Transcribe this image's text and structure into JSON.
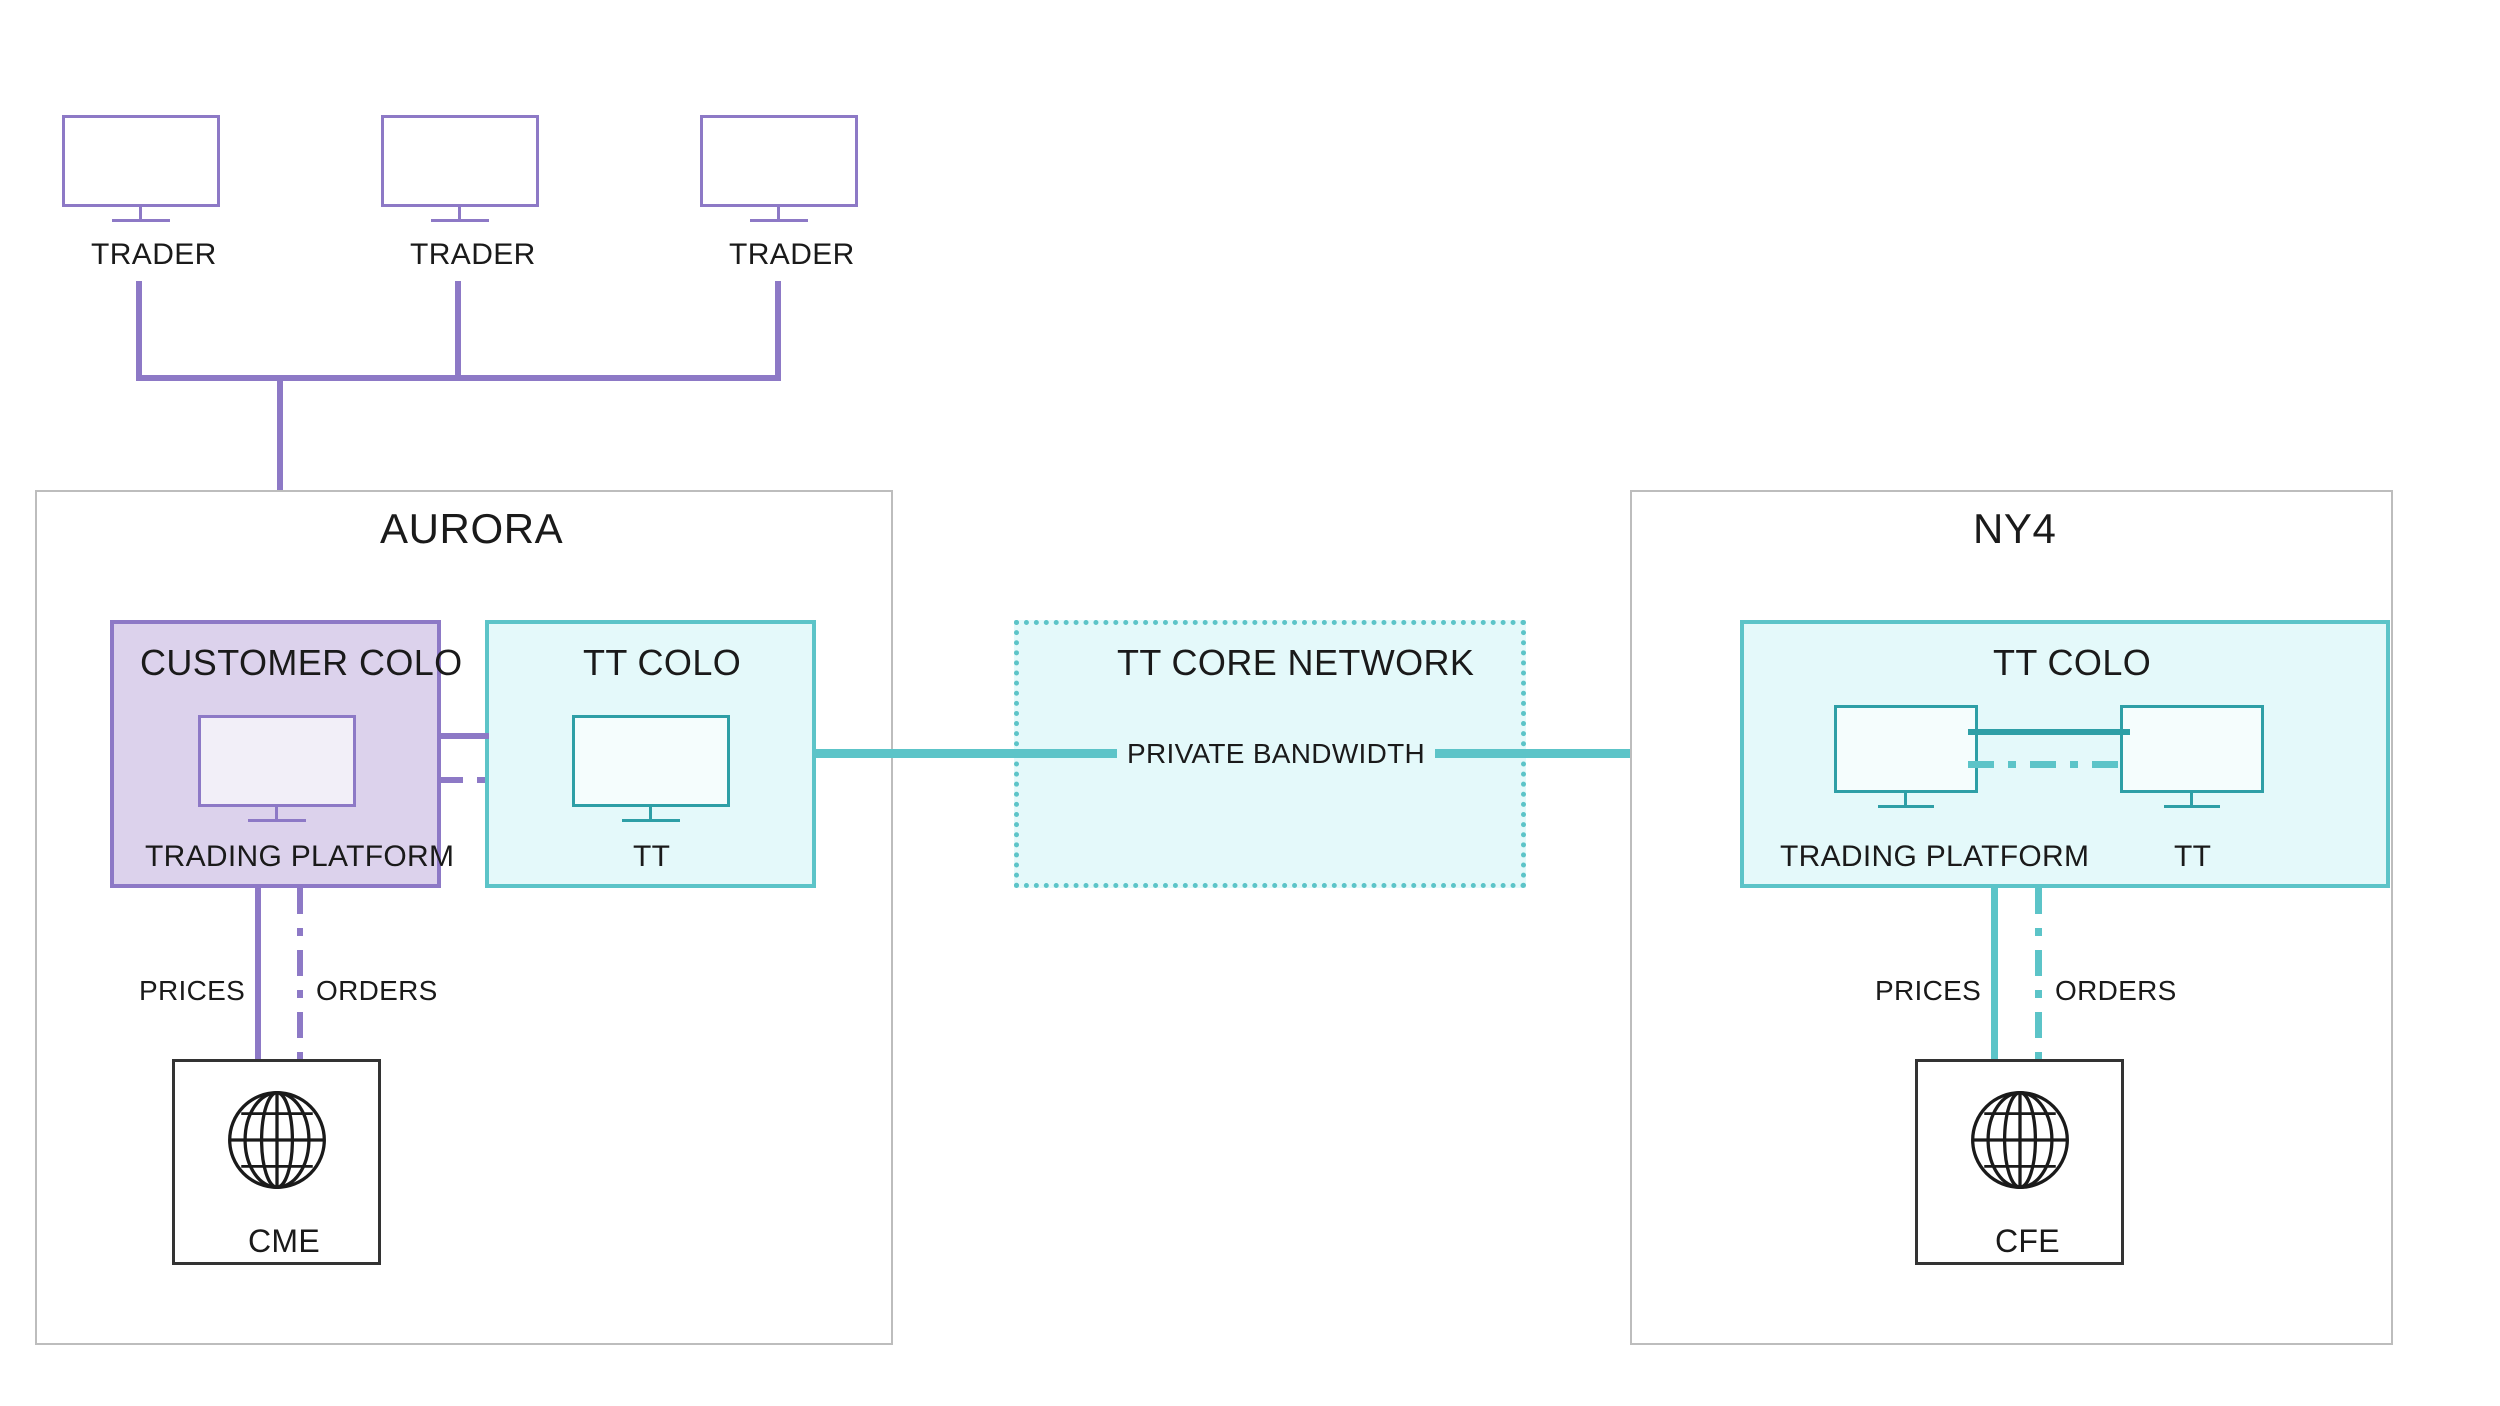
{
  "diagram": {
    "title": "TT Trading Network Connectivity Diagram",
    "colors": {
      "purple_line": "#8d79c6",
      "purple_fill": "#dcd2ec",
      "teal_line": "#5cc4c8",
      "teal_dark": "#2e9fa6",
      "teal_fill": "#e4f9fa",
      "container_border": "#bdbdbd",
      "exchange_border": "#333333",
      "text": "#1a1a1a"
    }
  },
  "traders": [
    {
      "label": "TRADER"
    },
    {
      "label": "TRADER"
    },
    {
      "label": "TRADER"
    }
  ],
  "sites": {
    "aurora": {
      "name": "AURORA",
      "customer_colo": {
        "title": "CUSTOMER COLO",
        "node_label": "TRADING PLATFORM",
        "icon": "monitor-icon"
      },
      "tt_colo": {
        "title": "TT COLO",
        "node_label": "TT",
        "icon": "monitor-icon"
      },
      "flows": {
        "prices": "PRICES",
        "orders": "ORDERS"
      },
      "exchange": {
        "label": "CME",
        "icon": "globe-icon"
      }
    },
    "ny4": {
      "name": "NY4",
      "tt_colo": {
        "title": "TT COLO",
        "node_label_left": "TRADING PLATFORM",
        "node_label_right": "TT",
        "icon": "monitor-icon"
      },
      "flows": {
        "prices": "PRICES",
        "orders": "ORDERS"
      },
      "exchange": {
        "label": "CFE",
        "icon": "globe-icon"
      }
    }
  },
  "core_network": {
    "title": "TT CORE NETWORK",
    "link_label": "PRIVATE BANDWIDTH"
  }
}
